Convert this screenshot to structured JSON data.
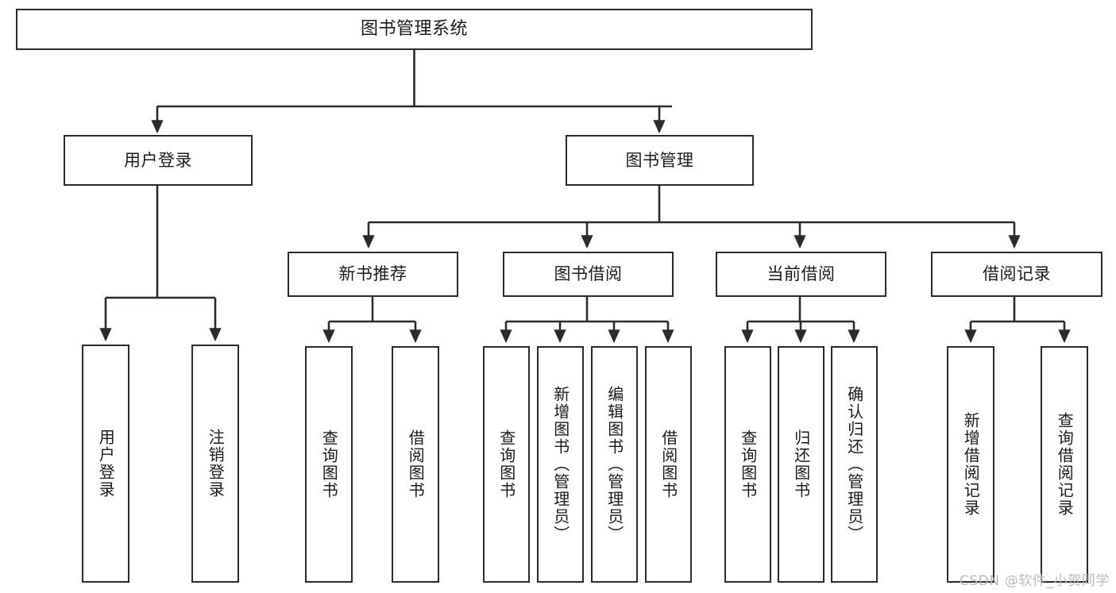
{
  "diagram": {
    "title": "图书管理系统",
    "watermark": "CSDN @软件_小贺同学",
    "line_color": "#2b2b2b",
    "box_fill": "#ffffff",
    "text_color": "#1b1b1b",
    "watermark_color": "#b9b9b9"
  },
  "nodes": {
    "root": {
      "label": "图书管理系统"
    },
    "level2": [
      {
        "label": "用户登录"
      },
      {
        "label": "图书管理"
      }
    ],
    "level3": [
      {
        "label": "新书推荐"
      },
      {
        "label": "图书借阅"
      },
      {
        "label": "当前借阅"
      },
      {
        "label": "借阅记录"
      }
    ],
    "login_children": [
      {
        "label": "用户登录"
      },
      {
        "label": "注销登录"
      }
    ],
    "newbook_children": [
      {
        "label": "查询图书"
      },
      {
        "label": "借阅图书"
      }
    ],
    "borrow_children": [
      {
        "label": "查询图书"
      },
      {
        "label": "新增图书（管理员）"
      },
      {
        "label": "编辑图书（管理员）"
      },
      {
        "label": "借阅图书"
      }
    ],
    "current_children": [
      {
        "label": "查询图书"
      },
      {
        "label": "归还图书"
      },
      {
        "label": "确认归还（管理员）"
      }
    ],
    "record_children": [
      {
        "label": "新增借阅记录"
      },
      {
        "label": "查询借阅记录"
      }
    ]
  }
}
